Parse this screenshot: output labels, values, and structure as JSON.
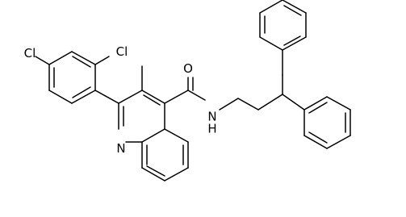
{
  "structure": {
    "atom_labels": {
      "cl1": "Cl",
      "cl2": "Cl",
      "oxygen": "O",
      "amide_nh": "N\nH",
      "quinoline_n": "N"
    },
    "colors": {
      "bond": "#000000",
      "label": "#000000",
      "background": "#ffffff"
    }
  }
}
